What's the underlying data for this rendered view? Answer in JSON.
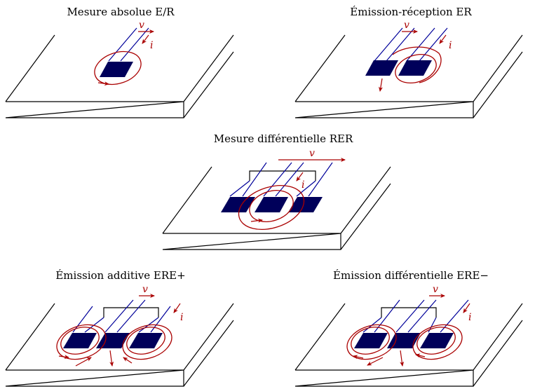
{
  "colors": {
    "plate": "#000000",
    "probe": "#00005a",
    "wire": "#00009a",
    "current": "#aa0000"
  },
  "labels": {
    "velocity": "v",
    "current": "i"
  },
  "diagrams": [
    {
      "id": "absolute",
      "title": "Mesure absolue E/R"
    },
    {
      "id": "emission_reception",
      "title": "Émission-réception ER"
    },
    {
      "id": "differential",
      "title": "Mesure différentielle RER"
    },
    {
      "id": "additive",
      "title": "Émission additive ERE+"
    },
    {
      "id": "differential_emission",
      "title": "Émission différentielle ERE−"
    }
  ]
}
